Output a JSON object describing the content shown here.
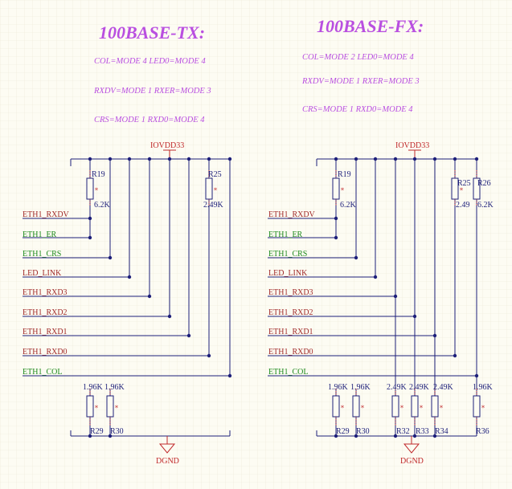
{
  "left": {
    "title": "100BASE-TX:",
    "modes": [
      "COL=MODE 4  LED0=MODE 4",
      "RXDV=MODE 1 RXER=MODE 3",
      "CRS=MODE 1 RXD0=MODE 4"
    ],
    "power": "IOVDD33",
    "ground": "DGND",
    "nets": [
      "ETH1_RXDV",
      "ETH1_ER",
      "ETH1_CRS",
      "LED_LINK",
      "ETH1_RXD3",
      "ETH1_RXD2",
      "ETH1_RXD1",
      "ETH1_RXD0",
      "ETH1_COL"
    ],
    "top_resistors": [
      {
        "ref": "R19",
        "value": "6.2K"
      },
      {
        "ref": "R25",
        "value": "2.49K"
      }
    ],
    "bottom_resistors": [
      {
        "ref": "R29",
        "value": "1.96K"
      },
      {
        "ref": "R30",
        "value": "1.96K"
      }
    ]
  },
  "right": {
    "title": "100BASE-FX:",
    "modes": [
      "COL=MODE 2  LED0=MODE 4",
      "RXDV=MODE 1 RXER=MODE 3",
      "CRS=MODE 1 RXD0=MODE 4"
    ],
    "power": "IOVDD33",
    "ground": "DGND",
    "nets": [
      "ETH1_RXDV",
      "ETH1_ER",
      "ETH1_CRS",
      "LED_LINK",
      "ETH1_RXD3",
      "ETH1_RXD2",
      "ETH1_RXD1",
      "ETH1_RXD0",
      "ETH1_COL"
    ],
    "top_resistors": [
      {
        "ref": "R19",
        "value": "6.2K"
      },
      {
        "ref": "R25",
        "value": "2.49"
      },
      {
        "ref": "R26",
        "value": "6.2K"
      }
    ],
    "bottom_resistors": [
      {
        "ref": "R29",
        "value": "1.96K"
      },
      {
        "ref": "R30",
        "value": "1.96K"
      },
      {
        "ref": "R32",
        "value": "2.49K"
      },
      {
        "ref": "R33",
        "value": "2.49K"
      },
      {
        "ref": "R34",
        "value": "2.49K"
      },
      {
        "ref": "R36",
        "value": "1.96K"
      }
    ]
  }
}
